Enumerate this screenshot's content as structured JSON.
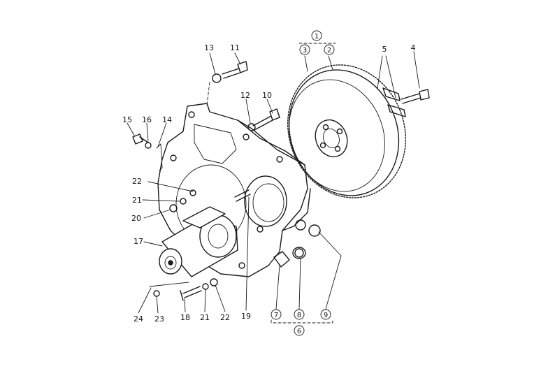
{
  "callouts": {
    "n1": "1",
    "n2": "2",
    "n3": "3",
    "n4": "4",
    "n5": "5",
    "n6": "6",
    "n7": "7",
    "n8": "8",
    "n9": "9",
    "n10": "10",
    "n11": "11",
    "n12": "12",
    "n13": "13",
    "n14": "14",
    "n15": "15",
    "n16": "16",
    "n17": "17",
    "n18": "18",
    "n19": "19",
    "n20": "20",
    "n21a": "21",
    "n21b": "21",
    "n22a": "22",
    "n22b": "22",
    "n23": "23",
    "n24": "24"
  }
}
